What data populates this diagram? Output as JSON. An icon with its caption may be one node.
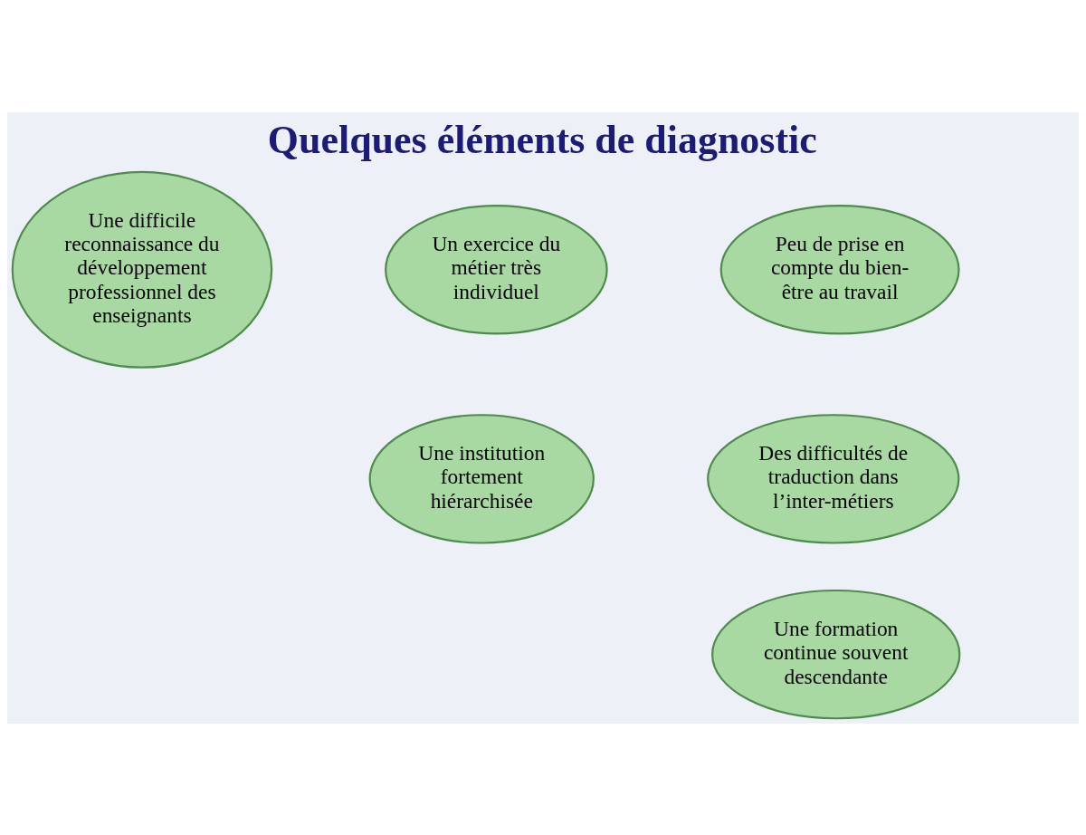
{
  "diagram": {
    "title": "Quelques éléments de diagnostic",
    "nodes": [
      {
        "text": [
          "Une difficile reconnaissance du développement professionnel des enseignants"
        ]
      },
      {
        "text": [
          "Un exercice du métier très individuel"
        ]
      },
      {
        "text": [
          "Peu de prise en compte du bien-être au travail"
        ]
      },
      {
        "text": [
          "Une institution fortement hiérarchisée"
        ]
      },
      {
        "text": [
          "Des difficultés de traduction dans l’inter-métiers"
        ]
      },
      {
        "text": [
          "Une formation continue souvent descendante"
        ]
      }
    ],
    "edges": []
  }
}
